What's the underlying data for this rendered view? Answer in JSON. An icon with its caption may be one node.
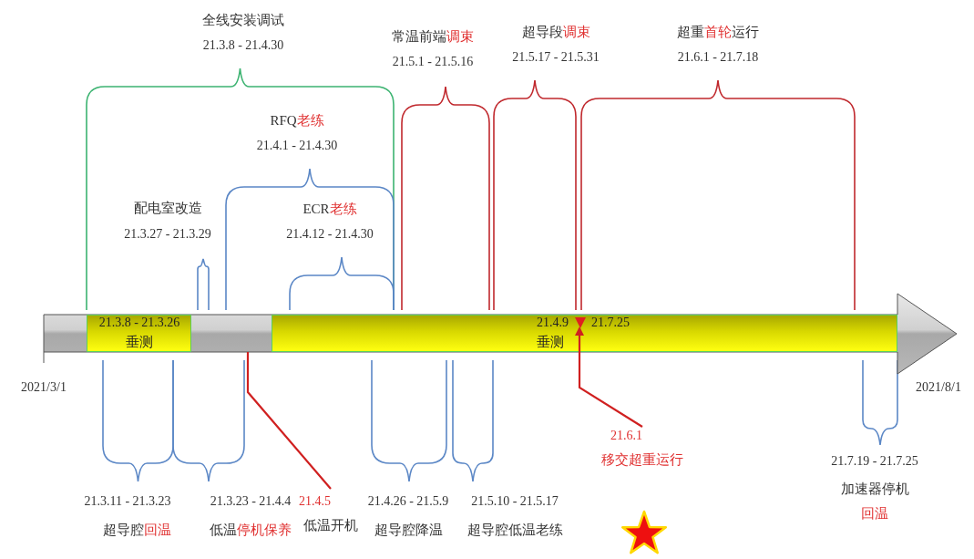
{
  "diagram": {
    "nodes": [
      {
        "text": [],
        "shape": "arrow"
      },
      {
        "text": [
          "21.3.8 - 21.3.26",
          "垂测"
        ],
        "in": 0
      },
      {
        "text": [
          "21.4.9",
          "21.7.25",
          "垂测"
        ],
        "in": 0
      },
      {
        "text": [],
        "shape": "triangle",
        "in": 2
      },
      {
        "text": [
          "21.4.5",
          "低温开机"
        ]
      },
      {
        "text": [
          "21.6.1",
          "移交超重运行"
        ]
      }
    ],
    "edges": [
      {
        "from": 4,
        "to": 0,
        "arrow": "none"
      },
      {
        "from": 5,
        "to": 3,
        "arrow": "to"
      }
    ],
    "labels": [
      "全线安装调试",
      "21.3.8 - 21.4.30",
      "常温前端",
      "调束",
      "21.5.1 - 21.5.16",
      "超导段",
      "调束",
      "21.5.17 - 21.5.31",
      "超重",
      "首轮",
      "运行",
      "21.6.1 - 21.7.18",
      "RFQ",
      "老练",
      "21.4.1 - 21.4.30",
      "配电室改造",
      "21.3.27 - 21.3.29",
      "ECR",
      "老练",
      "21.4.12 - 21.4.30",
      "2021/3/1",
      "2021/8/1",
      "21.3.11 - 21.3.23",
      "超导腔",
      "回温",
      "21.3.23 - 21.4.4",
      "低温",
      "停机保养",
      "21.4.26 - 21.5.9",
      "超导腔降温",
      "21.5.10 - 21.5.17",
      "超导腔低温老练",
      "21.7.19 - 21.7.25",
      "加速器停机",
      "回温"
    ]
  }
}
